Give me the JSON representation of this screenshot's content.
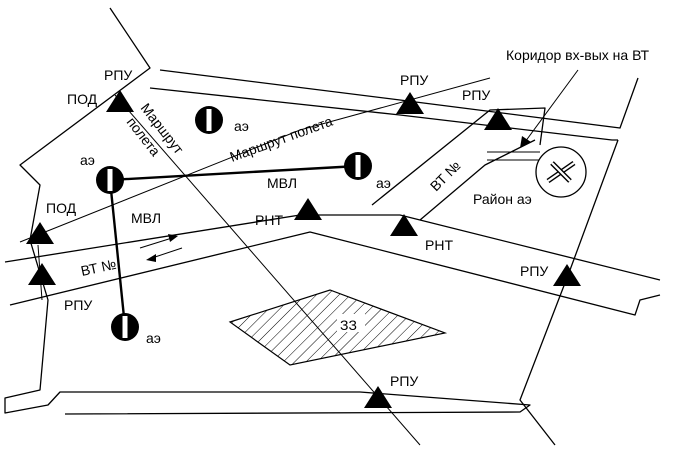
{
  "labels": {
    "corridor": "Коридор вх-вых на ВТ",
    "rpu": "РПУ",
    "pod": "ПОД",
    "ae": "аэ",
    "route_flight_a": "Маршрут",
    "route_flight_b": "полета",
    "route_flight_c": "Маршрут полета",
    "vt_no": "ВТ №",
    "mvl": "МВЛ",
    "rnt": "РНТ",
    "district_ae": "Район аэ",
    "zone": "ЗЗ"
  }
}
